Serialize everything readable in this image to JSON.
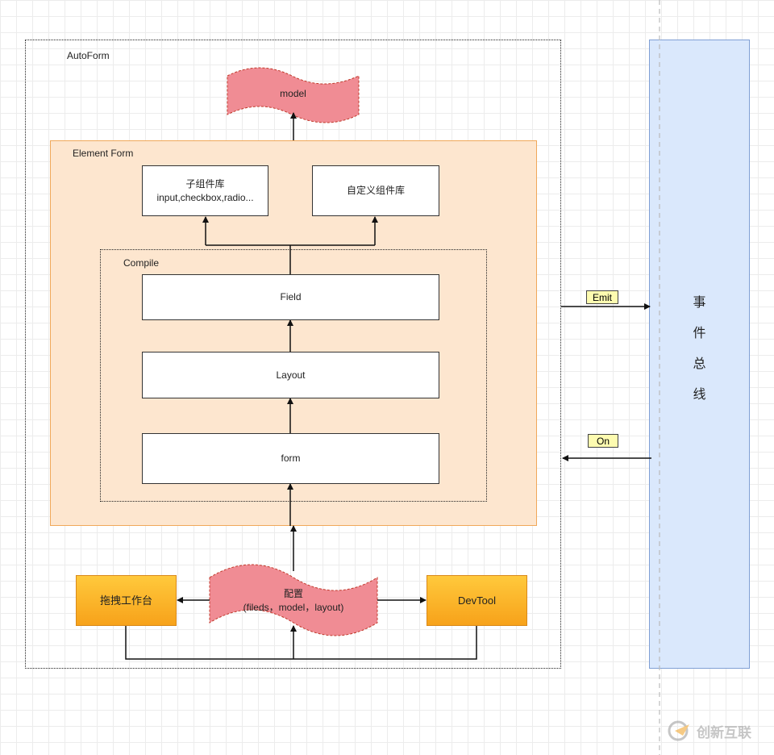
{
  "autoform": {
    "label": "AutoForm"
  },
  "model": {
    "label": "model"
  },
  "element_form": {
    "label": "Element Form"
  },
  "sub_library": {
    "line1": "子组件库",
    "line2": "input,checkbox,radio..."
  },
  "custom_library": {
    "label": "自定义组件库"
  },
  "compile": {
    "label": "Compile"
  },
  "field": {
    "label": "Field"
  },
  "layout": {
    "label": "Layout"
  },
  "form": {
    "label": "form"
  },
  "config": {
    "line1": "配置",
    "line2": "(fileds，model，layout)"
  },
  "drag_workbench": {
    "label": "拖拽工作台"
  },
  "devtool": {
    "label": "DevTool"
  },
  "emit": {
    "label": "Emit"
  },
  "on": {
    "label": "On"
  },
  "event_bus": {
    "chars": [
      "事",
      "件",
      "总",
      "线"
    ]
  },
  "watermark": {
    "text": "创新互联"
  },
  "colors": {
    "element_form_fill": "#fde6cf",
    "element_form_border": "#f0a85a",
    "wave_fill": "#f08c94",
    "wave_border": "#c0392b",
    "bus_fill": "#dae8fc",
    "bus_border": "#7f9fd4",
    "tag_fill": "#fdfbb0",
    "orange_box": "#f9b224"
  }
}
